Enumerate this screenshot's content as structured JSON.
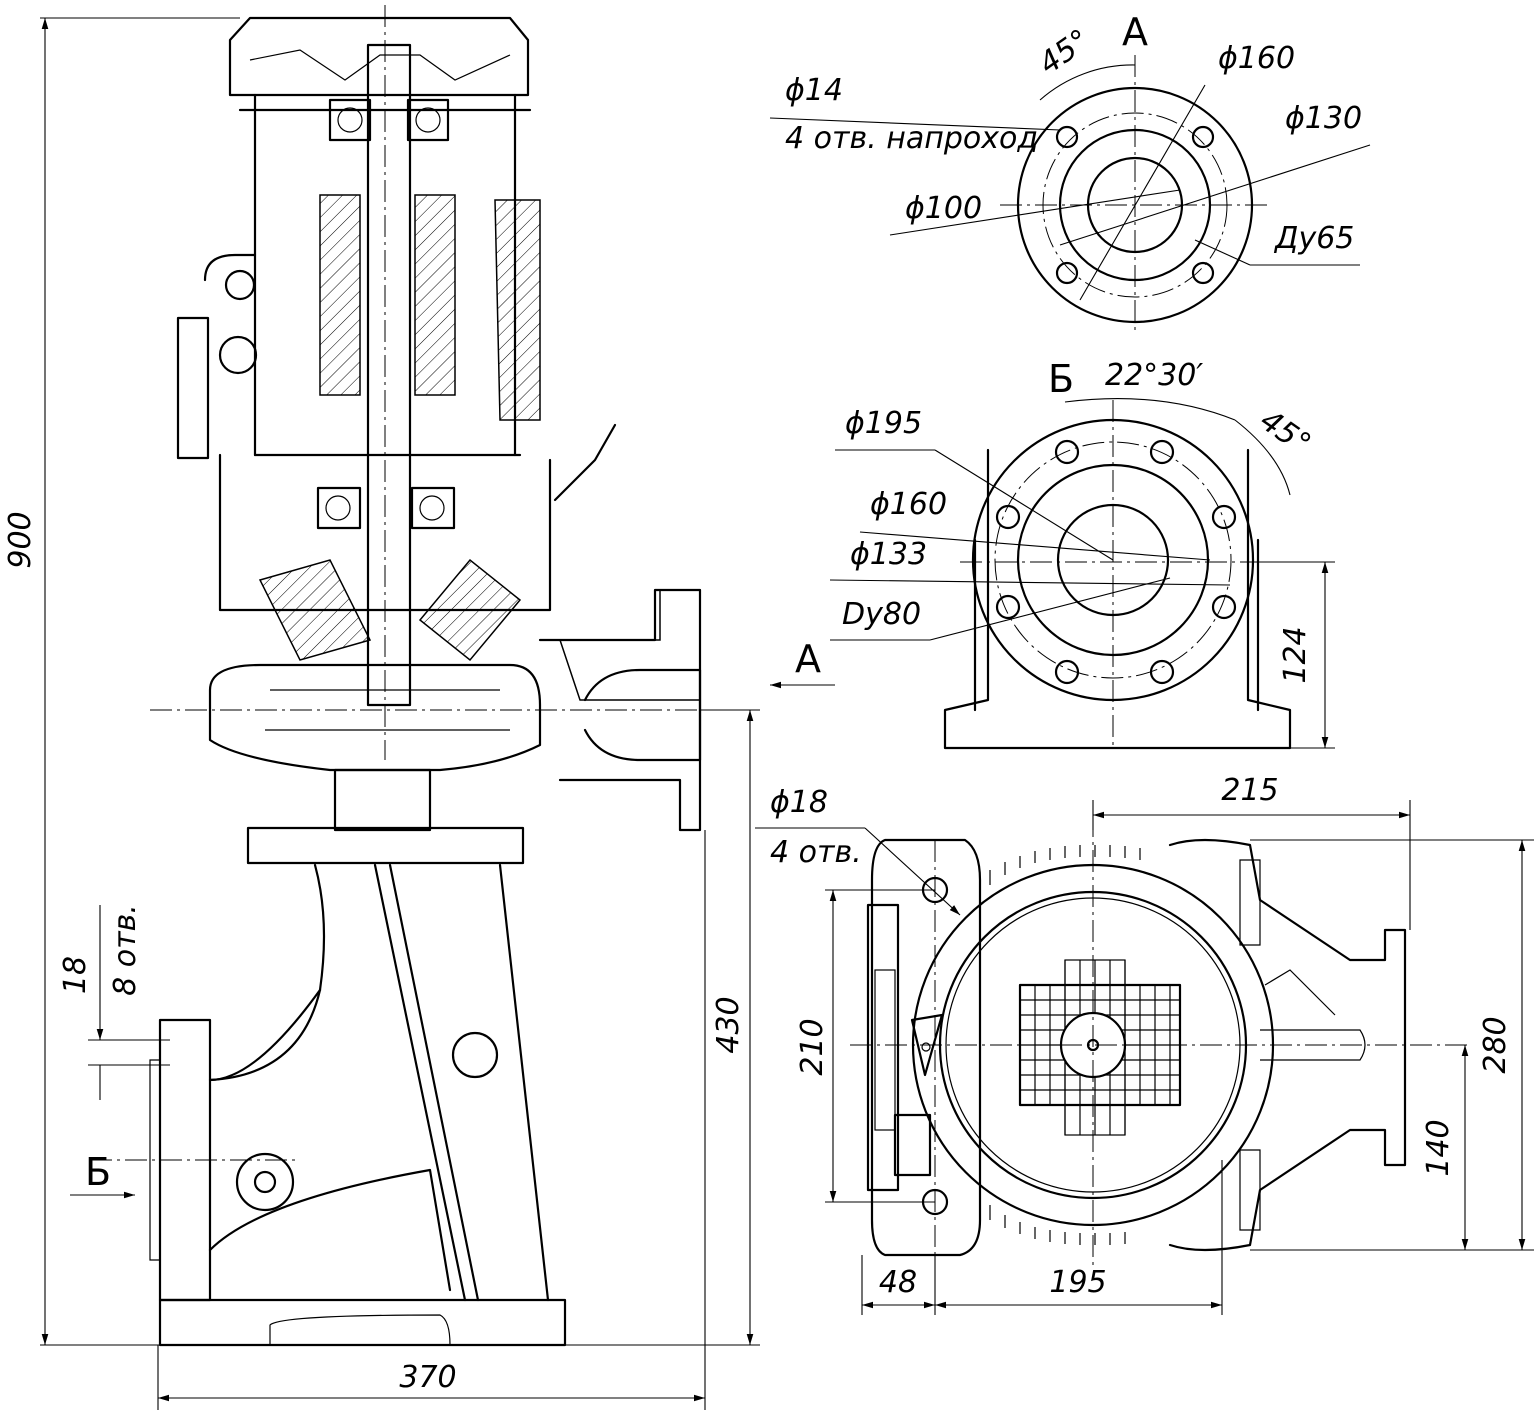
{
  "dimensions": {
    "overall_height": "900",
    "width_370": "370",
    "height_430": "430",
    "holes_8_count": "8 отв.",
    "holes_8_dia": "18",
    "section_b_left": "Б",
    "section_a_left": "А"
  },
  "view_a": {
    "title": "А",
    "angle": "45°",
    "hole_dia": "ϕ14",
    "hole_note": "4 отв. напроход",
    "d160": "ϕ160",
    "d130": "ϕ130",
    "d100": "ϕ100",
    "dn": "Ду65"
  },
  "view_b": {
    "title": "Б",
    "angle_22": "22°30′",
    "angle_45": "45°",
    "d195": "ϕ195",
    "d160": "ϕ160",
    "d133": "ϕ133",
    "dn": "Dy80",
    "height": "124"
  },
  "plan_view": {
    "hole_dia": "ϕ18",
    "hole_note": "4 отв.",
    "w215": "215",
    "h210": "210",
    "h280": "280",
    "h140": "140",
    "w48": "48",
    "w195": "195"
  }
}
